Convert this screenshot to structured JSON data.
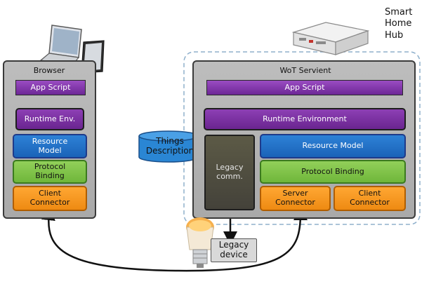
{
  "hub": {
    "label_lines": [
      "Smart",
      "Home",
      "Hub"
    ]
  },
  "browser": {
    "title": "Browser",
    "app_script": "App Script",
    "runtime": "Runtime Env.",
    "resource_model": "Resource Model",
    "protocol_binding": "Protocol Binding",
    "client_connector": "Client Connector"
  },
  "servient": {
    "title": "WoT Servient",
    "app_script": "App Script",
    "runtime": "Runtime Environment",
    "legacy_comm": "Legacy comm.",
    "resource_model": "Resource Model",
    "protocol_binding": "Protocol Binding",
    "server_connector": "Server Connector",
    "client_connector": "Client Connector"
  },
  "things_description": "Things Description",
  "legacy_device": "Legacy device",
  "colors": {
    "purple": "#7a2ea3",
    "blue": "#1f6fc8",
    "green": "#7dc24a",
    "orange": "#f7941d",
    "panel": "#b3b3b3",
    "dark": "#4d4b40"
  }
}
